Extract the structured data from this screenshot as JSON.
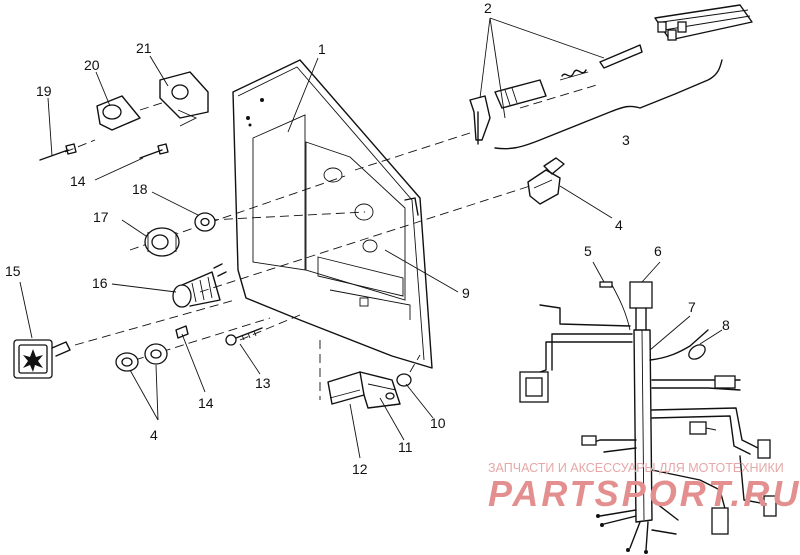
{
  "labels": {
    "l1": "1",
    "l2": "2",
    "l3": "3",
    "l4a": "4",
    "l4b": "4",
    "l5": "5",
    "l6": "6",
    "l7": "7",
    "l8": "8",
    "l9": "9",
    "l10": "10",
    "l11": "11",
    "l12": "12",
    "l13": "13",
    "l14a": "14",
    "l14b": "14",
    "l15": "15",
    "l16": "16",
    "l17": "17",
    "l18": "18",
    "l19": "19",
    "l20": "20",
    "l21": "21"
  },
  "watermark": {
    "top": "ЗАПЧАСТИ И АКСЕССУАРЫ ДЛЯ МОТОТЕХНИКИ",
    "brand": "PARTSPORT.RU"
  },
  "colors": {
    "ink": "#111111",
    "watermark": "#e48f8f"
  }
}
